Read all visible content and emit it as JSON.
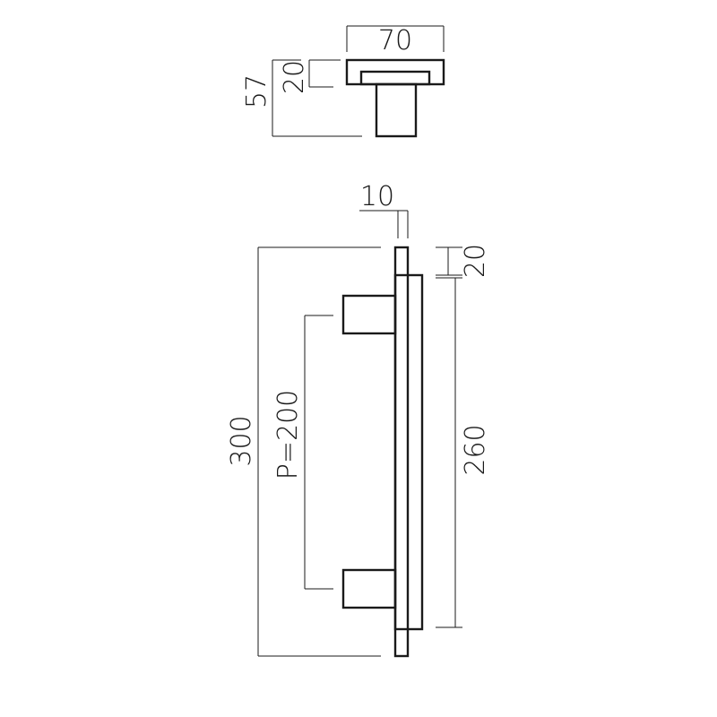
{
  "dimensions": {
    "top_width": "70",
    "top_base": "20",
    "top_height": "57",
    "bar_thickness": "10",
    "bar_offset": "20",
    "bar_length": "260",
    "total_length": "300",
    "pitch": "P=200"
  },
  "colors": {
    "line": "#1a1a1a",
    "background": "#ffffff"
  }
}
